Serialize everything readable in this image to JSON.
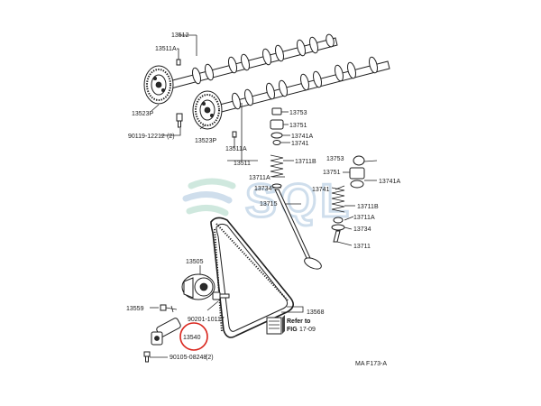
{
  "labels": {
    "l_13512": "13512",
    "l_13511a_top": "13511A",
    "l_13523p_left": "13523P",
    "l_bolt_90119": "90119-12212",
    "l_bolt_90119_qty": "(2)",
    "l_13523p_mid": "13523P",
    "l_13511a_mid": "13511A",
    "l_13511": "13511",
    "l_13753_a": "13753",
    "l_13751_a": "13751",
    "l_13741a_a": "13741A",
    "l_13741_a": "13741",
    "l_13711b_a": "13711B",
    "l_13711a_a": "13711A",
    "l_13734_a": "13734",
    "l_13715": "13715",
    "l_13753_b": "13753",
    "l_13751_b": "13751",
    "l_13741a_b": "13741A",
    "l_13741_b": "13741",
    "l_13711b_b": "13711B",
    "l_13711a_b": "13711A",
    "l_13734_b": "13734",
    "l_13711": "13711",
    "l_13505": "13505",
    "l_13568": "13568",
    "l_90201": "90201-10117",
    "l_13559": "13559",
    "l_13540": "13540",
    "l_90105": "90105-08248",
    "l_90105_qty": "(2)",
    "l_refer": "Refer to",
    "l_fig": "FIG",
    "l_fig_num": "17-09",
    "l_code": "MA F173-A",
    "watermark": "SQL"
  },
  "colors": {
    "line": "#1e1e1e",
    "highlight_circle": "#d9251c",
    "watermark_green": "#a9d6c4",
    "watermark_blue": "#a8c4de"
  },
  "highlighted_part": "13540"
}
